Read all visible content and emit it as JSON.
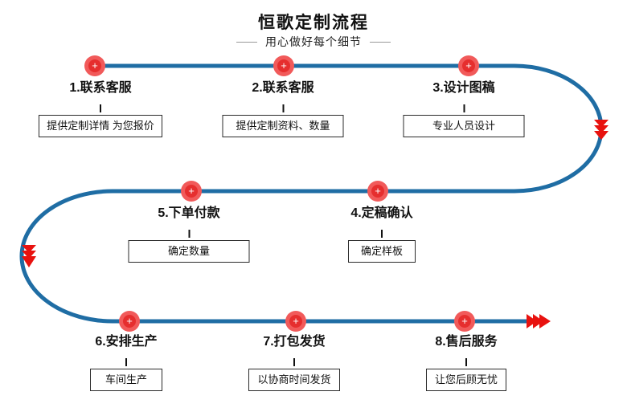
{
  "header": {
    "title": "恒歌定制流程",
    "subtitle": "用心做好每个细节"
  },
  "node_glyph": "+",
  "steps": [
    {
      "label": "1.联系客服",
      "detail": "提供定制详情 为您报价"
    },
    {
      "label": "2.联系客服",
      "detail": "提供定制资料、数量"
    },
    {
      "label": "3.设计图稿",
      "detail": "专业人员设计"
    },
    {
      "label": "4.定稿确认",
      "detail": "确定样板"
    },
    {
      "label": "5.下单付款",
      "detail": "确定数量"
    },
    {
      "label": "6.安排生产",
      "detail": "车间生产"
    },
    {
      "label": "7.打包发货",
      "detail": "以协商时间发货"
    },
    {
      "label": "8.售后服务",
      "detail": "让您后顾无忧"
    }
  ],
  "colors": {
    "line": "#1f6da4",
    "arrow": "#e8120f",
    "node_outer": "#f15a5a",
    "node_inner": "#e62e2e",
    "box_border": "#2b2b2b",
    "text": "#111111",
    "dash": "#9a9a9a"
  }
}
